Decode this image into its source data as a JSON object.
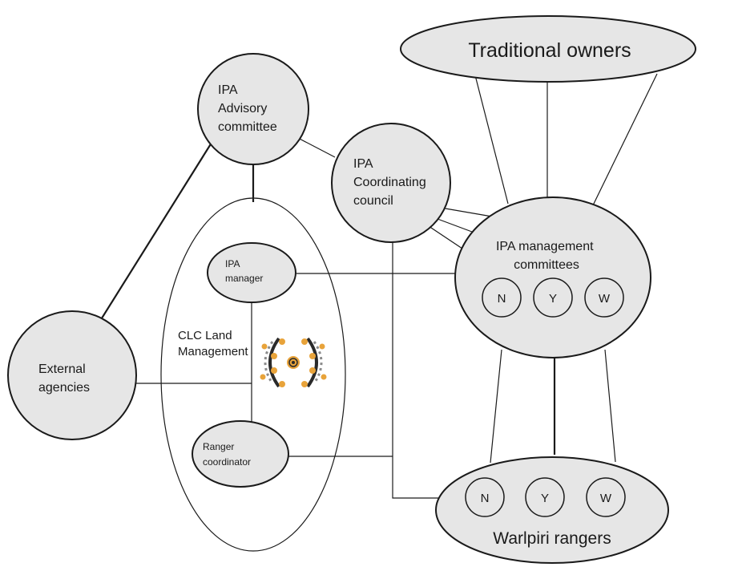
{
  "nodes": {
    "traditional_owners": "Traditional owners",
    "advisory": [
      "IPA",
      "Advisory",
      "committee"
    ],
    "coordinating": [
      "IPA",
      "Coordinating",
      "council"
    ],
    "mgmt_committees": [
      "IPA management",
      "committees"
    ],
    "clc_land_mgmt": [
      "CLC Land",
      "Management"
    ],
    "ipa_manager": [
      "IPA",
      "manager"
    ],
    "ranger_coordinator": [
      "Ranger",
      "coordinator"
    ],
    "external_agencies": [
      "External",
      "agencies"
    ],
    "warlpiri_rangers": "Warlpiri rangers"
  },
  "sub_groups": {
    "committees": [
      "N",
      "Y",
      "W"
    ],
    "rangers": [
      "N",
      "Y",
      "W"
    ]
  },
  "logo": {
    "icon": "clc-logo-icon",
    "colors": [
      "#e8a33a",
      "#2a2a2a",
      "#8a8a8a"
    ]
  }
}
